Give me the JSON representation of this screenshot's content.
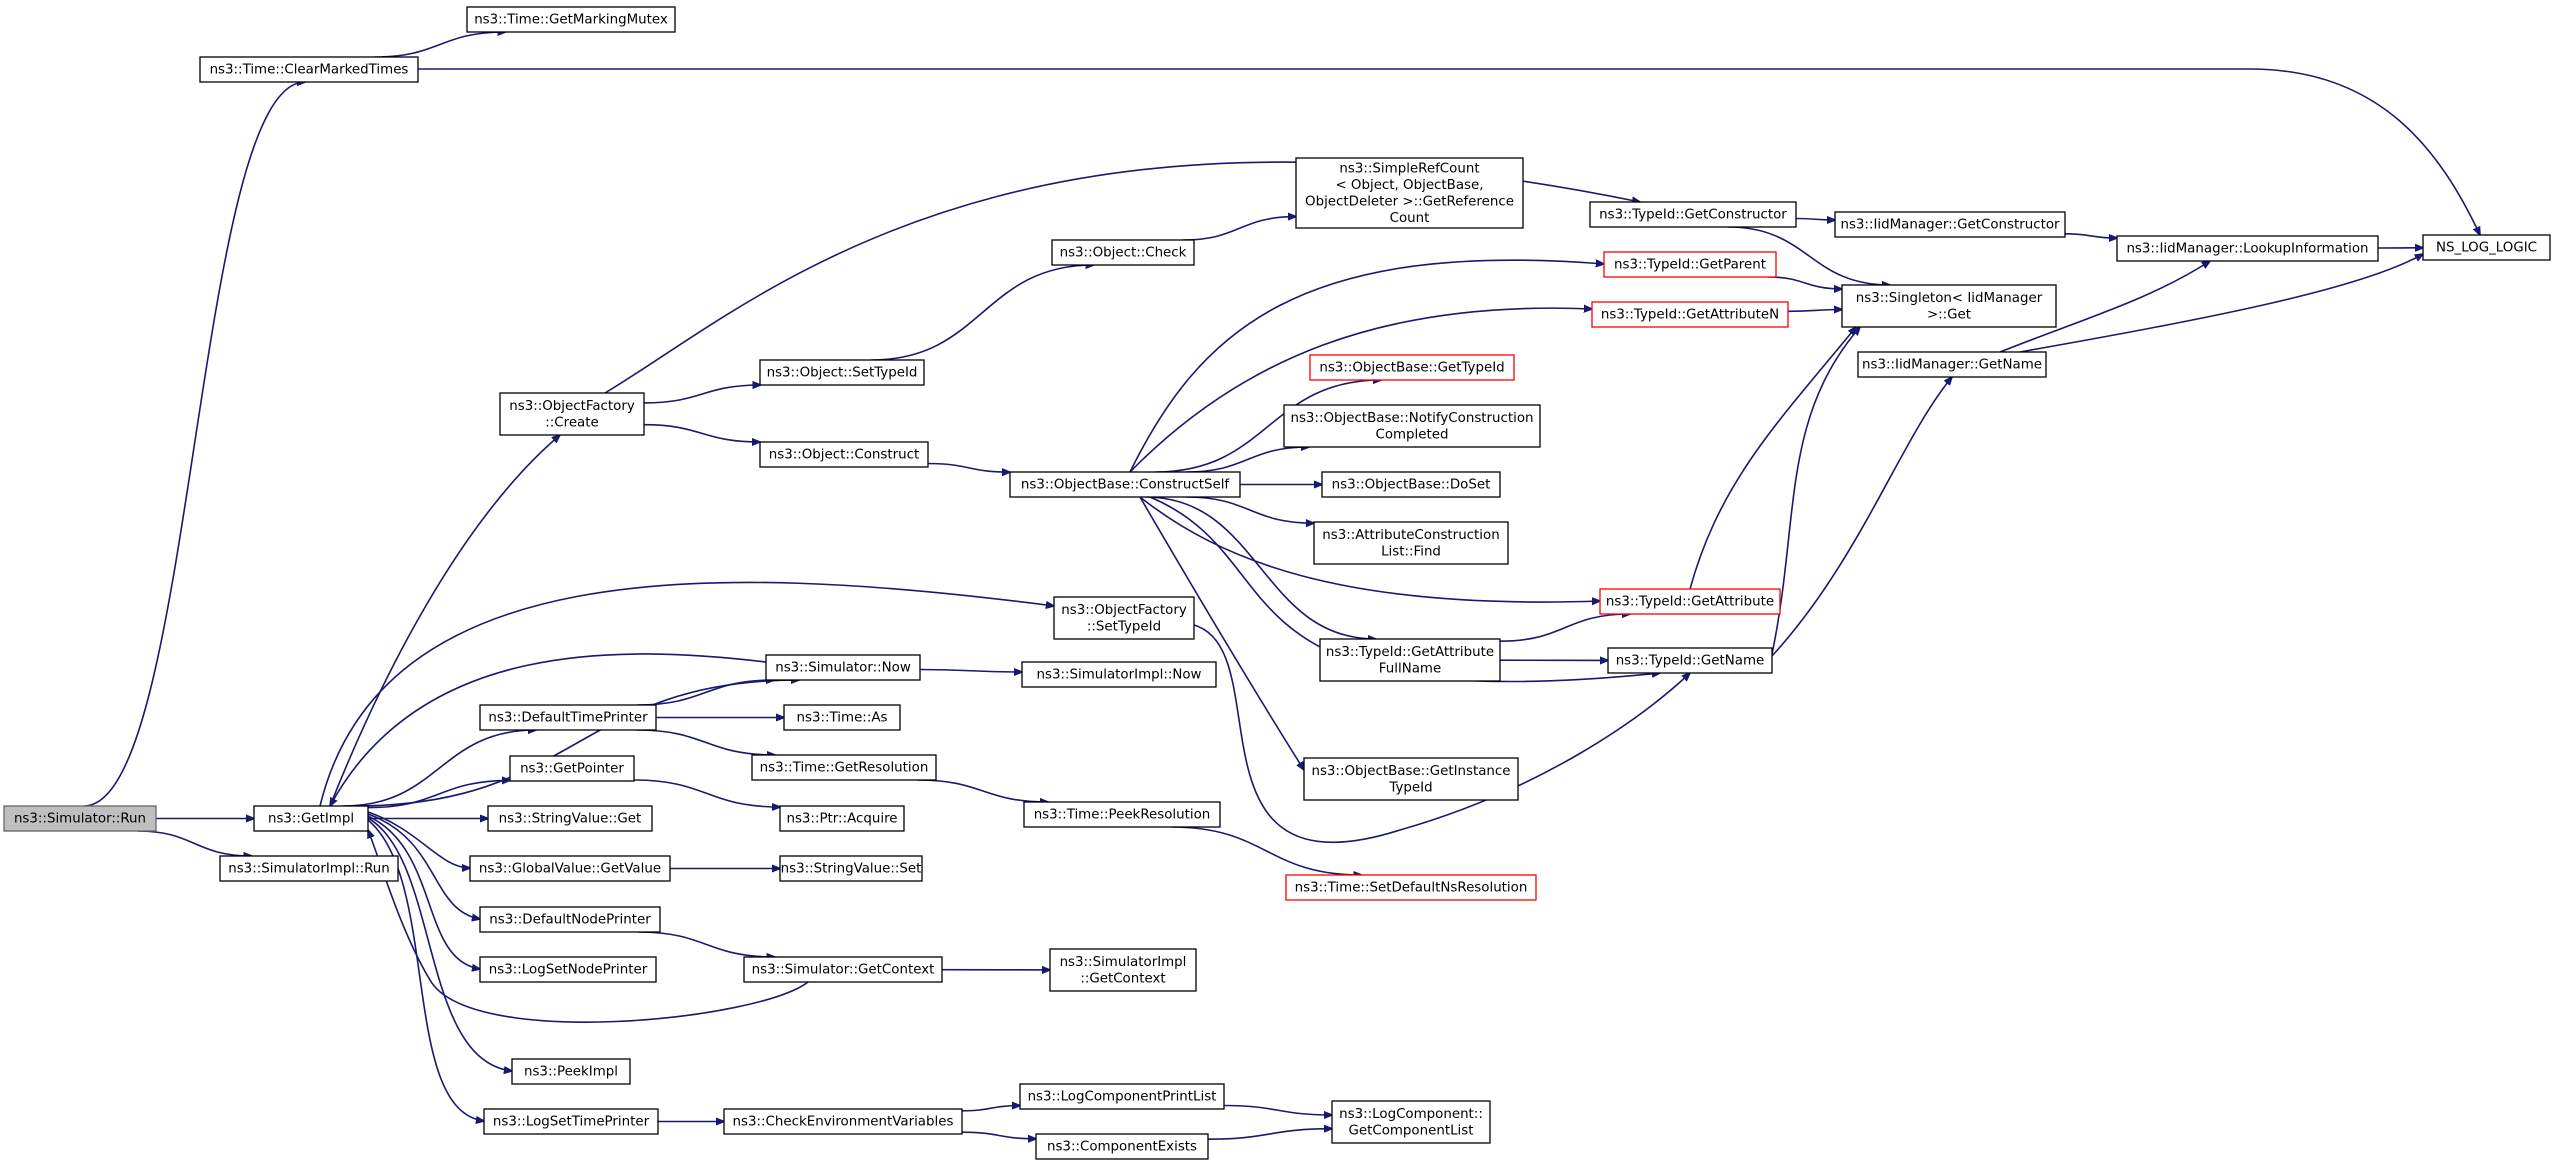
{
  "nodes": [
    {
      "id": "simulator_run",
      "lines": [
        "ns3::Simulator::Run"
      ],
      "style": "root"
    },
    {
      "id": "get_impl",
      "lines": [
        "ns3::GetImpl"
      ]
    },
    {
      "id": "simulatorimpl_run",
      "lines": [
        "ns3::SimulatorImpl::Run"
      ]
    },
    {
      "id": "clear_marked_times",
      "lines": [
        "ns3::Time::ClearMarkedTimes"
      ]
    },
    {
      "id": "get_marking_mutex",
      "lines": [
        "ns3::Time::GetMarkingMutex"
      ]
    },
    {
      "id": "ns_log_logic",
      "lines": [
        "NS_LOG_LOGIC"
      ]
    },
    {
      "id": "objectfactory_create",
      "lines": [
        "ns3::ObjectFactory",
        "::Create"
      ]
    },
    {
      "id": "object_settypeid",
      "lines": [
        "ns3::Object::SetTypeId"
      ]
    },
    {
      "id": "object_check",
      "lines": [
        "ns3::Object::Check"
      ]
    },
    {
      "id": "simplerefcount",
      "lines": [
        "ns3::SimpleRefCount",
        "< Object, ObjectBase,",
        "ObjectDeleter >::GetReference",
        "Count"
      ]
    },
    {
      "id": "object_construct",
      "lines": [
        "ns3::Object::Construct"
      ]
    },
    {
      "id": "objectbase_constructself",
      "lines": [
        "ns3::ObjectBase::ConstructSelf"
      ]
    },
    {
      "id": "typeid_getconstructor",
      "lines": [
        "ns3::TypeId::GetConstructor"
      ]
    },
    {
      "id": "iidmanager_getconstructor",
      "lines": [
        "ns3::IidManager::GetConstructor"
      ]
    },
    {
      "id": "iidmanager_lookupinformation",
      "lines": [
        "ns3::IidManager::LookupInformation"
      ]
    },
    {
      "id": "typeid_getparent",
      "lines": [
        "ns3::TypeId::GetParent"
      ],
      "style": "red"
    },
    {
      "id": "typeid_getattributen",
      "lines": [
        "ns3::TypeId::GetAttributeN"
      ],
      "style": "red"
    },
    {
      "id": "singleton_get",
      "lines": [
        "ns3::Singleton< IidManager",
        ">::Get"
      ]
    },
    {
      "id": "iidmanager_getname",
      "lines": [
        "ns3::IidManager::GetName"
      ]
    },
    {
      "id": "objectbase_gettypeid",
      "lines": [
        "ns3::ObjectBase::GetTypeId"
      ],
      "style": "red"
    },
    {
      "id": "objectbase_notifyconstruction",
      "lines": [
        "ns3::ObjectBase::NotifyConstruction",
        "Completed"
      ]
    },
    {
      "id": "objectbase_doset",
      "lines": [
        "ns3::ObjectBase::DoSet"
      ]
    },
    {
      "id": "attributeconstructionlist_find",
      "lines": [
        "ns3::AttributeConstruction",
        "List::Find"
      ]
    },
    {
      "id": "typeid_getattribute",
      "lines": [
        "ns3::TypeId::GetAttribute"
      ],
      "style": "red"
    },
    {
      "id": "typeid_getattributefullname",
      "lines": [
        "ns3::TypeId::GetAttribute",
        "FullName"
      ]
    },
    {
      "id": "typeid_getname",
      "lines": [
        "ns3::TypeId::GetName"
      ]
    },
    {
      "id": "objectfactory_settypeid",
      "lines": [
        "ns3::ObjectFactory",
        "::SetTypeId"
      ]
    },
    {
      "id": "objectbase_getinstancetypeid",
      "lines": [
        "ns3::ObjectBase::GetInstance",
        "TypeId"
      ]
    },
    {
      "id": "simulator_now",
      "lines": [
        "ns3::Simulator::Now"
      ]
    },
    {
      "id": "simulatorimpl_now",
      "lines": [
        "ns3::SimulatorImpl::Now"
      ]
    },
    {
      "id": "defaulttimeprinter",
      "lines": [
        "ns3::DefaultTimePrinter"
      ]
    },
    {
      "id": "time_as",
      "lines": [
        "ns3::Time::As"
      ]
    },
    {
      "id": "time_getresolution",
      "lines": [
        "ns3::Time::GetResolution"
      ]
    },
    {
      "id": "time_peekresolution",
      "lines": [
        "ns3::Time::PeekResolution"
      ]
    },
    {
      "id": "time_setdefaultnsresolution",
      "lines": [
        "ns3::Time::SetDefaultNsResolution"
      ],
      "style": "red"
    },
    {
      "id": "getpointer",
      "lines": [
        "ns3::GetPointer"
      ]
    },
    {
      "id": "ptr_acquire",
      "lines": [
        "ns3::Ptr::Acquire"
      ]
    },
    {
      "id": "stringvalue_get",
      "lines": [
        "ns3::StringValue::Get"
      ]
    },
    {
      "id": "globalvalue_getvalue",
      "lines": [
        "ns3::GlobalValue::GetValue"
      ]
    },
    {
      "id": "stringvalue_set",
      "lines": [
        "ns3::StringValue::Set"
      ]
    },
    {
      "id": "defaultnodeprinter",
      "lines": [
        "ns3::DefaultNodePrinter"
      ]
    },
    {
      "id": "simulator_getcontext",
      "lines": [
        "ns3::Simulator::GetContext"
      ]
    },
    {
      "id": "simulatorimpl_getcontext",
      "lines": [
        "ns3::SimulatorImpl",
        "::GetContext"
      ]
    },
    {
      "id": "logsetnodeprinter",
      "lines": [
        "ns3::LogSetNodePrinter"
      ]
    },
    {
      "id": "peekimpl",
      "lines": [
        "ns3::PeekImpl"
      ]
    },
    {
      "id": "logsettimeprinter",
      "lines": [
        "ns3::LogSetTimePrinter"
      ]
    },
    {
      "id": "checkenvironmentvariables",
      "lines": [
        "ns3::CheckEnvironmentVariables"
      ]
    },
    {
      "id": "logcomponentprintlist",
      "lines": [
        "ns3::LogComponentPrintList"
      ]
    },
    {
      "id": "componentexists",
      "lines": [
        "ns3::ComponentExists"
      ]
    },
    {
      "id": "logcomponent_getcomponentlist",
      "lines": [
        "ns3::LogComponent::",
        "GetComponentList"
      ]
    }
  ],
  "edges": [
    [
      "simulator_run",
      "get_impl"
    ],
    [
      "simulator_run",
      "simulatorimpl_run"
    ],
    [
      "simulator_run",
      "clear_marked_times"
    ],
    [
      "clear_marked_times",
      "get_marking_mutex"
    ],
    [
      "clear_marked_times",
      "ns_log_logic"
    ],
    [
      "get_impl",
      "objectfactory_create"
    ],
    [
      "get_impl",
      "objectfactory_settypeid"
    ],
    [
      "get_impl",
      "simulator_now"
    ],
    [
      "get_impl",
      "defaulttimeprinter"
    ],
    [
      "get_impl",
      "getpointer"
    ],
    [
      "get_impl",
      "stringvalue_get"
    ],
    [
      "get_impl",
      "globalvalue_getvalue"
    ],
    [
      "get_impl",
      "defaultnodeprinter"
    ],
    [
      "get_impl",
      "logsetnodeprinter"
    ],
    [
      "get_impl",
      "peekimpl"
    ],
    [
      "get_impl",
      "logsettimeprinter"
    ],
    [
      "objectfactory_create",
      "object_settypeid"
    ],
    [
      "objectfactory_create",
      "object_construct"
    ],
    [
      "objectfactory_create",
      "typeid_getconstructor"
    ],
    [
      "object_settypeid",
      "object_check"
    ],
    [
      "object_check",
      "simplerefcount"
    ],
    [
      "object_construct",
      "objectbase_constructself"
    ],
    [
      "objectbase_constructself",
      "typeid_getparent"
    ],
    [
      "objectbase_constructself",
      "typeid_getattributen"
    ],
    [
      "objectbase_constructself",
      "objectbase_gettypeid"
    ],
    [
      "objectbase_constructself",
      "objectbase_notifyconstruction"
    ],
    [
      "objectbase_constructself",
      "objectbase_doset"
    ],
    [
      "objectbase_constructself",
      "attributeconstructionlist_find"
    ],
    [
      "objectbase_constructself",
      "typeid_getattribute"
    ],
    [
      "objectbase_constructself",
      "typeid_getattributefullname"
    ],
    [
      "objectbase_constructself",
      "typeid_getname"
    ],
    [
      "objectbase_constructself",
      "objectbase_getinstancetypeid"
    ],
    [
      "typeid_getconstructor",
      "iidmanager_getconstructor"
    ],
    [
      "typeid_getconstructor",
      "singleton_get"
    ],
    [
      "iidmanager_getconstructor",
      "iidmanager_lookupinformation"
    ],
    [
      "iidmanager_lookupinformation",
      "ns_log_logic"
    ],
    [
      "typeid_getparent",
      "singleton_get"
    ],
    [
      "typeid_getattributen",
      "singleton_get"
    ],
    [
      "typeid_getattribute",
      "singleton_get"
    ],
    [
      "typeid_getattributefullname",
      "typeid_getattribute"
    ],
    [
      "typeid_getattributefullname",
      "typeid_getname"
    ],
    [
      "typeid_getname",
      "singleton_get"
    ],
    [
      "typeid_getname",
      "iidmanager_getname"
    ],
    [
      "iidmanager_getname",
      "iidmanager_lookupinformation"
    ],
    [
      "iidmanager_getname",
      "ns_log_logic"
    ],
    [
      "objectfactory_settypeid",
      "typeid_getname"
    ],
    [
      "simulator_now",
      "get_impl"
    ],
    [
      "simulator_now",
      "simulatorimpl_now"
    ],
    [
      "defaulttimeprinter",
      "simulator_now"
    ],
    [
      "defaulttimeprinter",
      "time_as"
    ],
    [
      "defaulttimeprinter",
      "time_getresolution"
    ],
    [
      "time_getresolution",
      "time_peekresolution"
    ],
    [
      "time_peekresolution",
      "time_setdefaultnsresolution"
    ],
    [
      "getpointer",
      "ptr_acquire"
    ],
    [
      "globalvalue_getvalue",
      "stringvalue_set"
    ],
    [
      "defaultnodeprinter",
      "simulator_getcontext"
    ],
    [
      "simulator_getcontext",
      "get_impl"
    ],
    [
      "simulator_getcontext",
      "simulatorimpl_getcontext"
    ],
    [
      "logsettimeprinter",
      "checkenvironmentvariables"
    ],
    [
      "checkenvironmentvariables",
      "logcomponentprintlist"
    ],
    [
      "checkenvironmentvariables",
      "componentexists"
    ],
    [
      "logcomponentprintlist",
      "logcomponent_getcomponentlist"
    ],
    [
      "componentexists",
      "logcomponent_getcomponentlist"
    ]
  ]
}
